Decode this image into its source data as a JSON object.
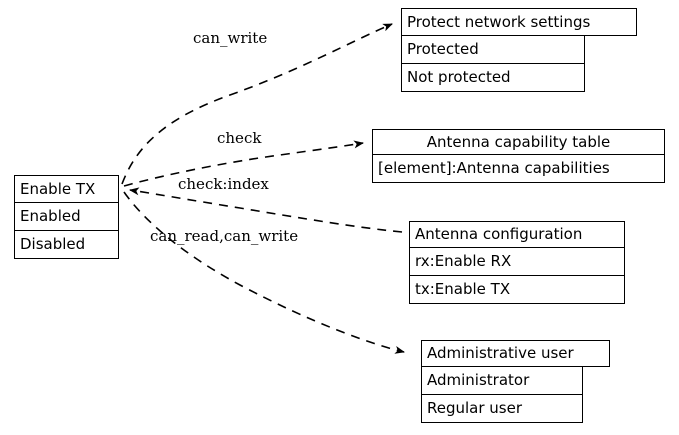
{
  "diagram": {
    "type": "entity-relationship-access-graph",
    "background_color": "#ffffff",
    "line_color": "#000000",
    "text_color": "#000000",
    "edge_style": "dashed",
    "source_node": {
      "title": "Enable TX",
      "rows": [
        "Enabled",
        "Disabled"
      ]
    },
    "target_nodes": [
      {
        "title": "Protect network settings",
        "rows": [
          "Protected",
          "Not protected"
        ]
      },
      {
        "title": "Antenna capability table",
        "rows": [
          "[element]:Antenna capabilities"
        ]
      },
      {
        "title": "Antenna configuration",
        "rows": [
          "rx:Enable RX",
          "tx:Enable TX"
        ]
      },
      {
        "title": "Administrative user",
        "rows": [
          "Administrator",
          "Regular user"
        ]
      }
    ],
    "edges": [
      {
        "label": "can_write",
        "from": "Enable TX",
        "to": "Protect network settings"
      },
      {
        "label": "check",
        "from": "Enable TX",
        "to": "Antenna capability table"
      },
      {
        "label": "check:index",
        "from": "Antenna configuration",
        "to": "Enable TX"
      },
      {
        "label": "can_read,can_write",
        "from": "Enable TX",
        "to": "Administrative user"
      }
    ]
  }
}
